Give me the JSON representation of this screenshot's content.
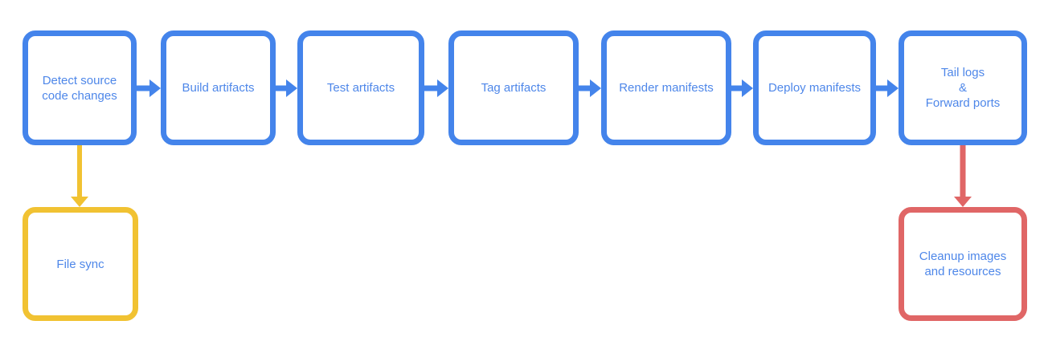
{
  "diagram": {
    "type": "flowchart-pipeline",
    "colors": {
      "blue": "#4484eb",
      "yellow": "#f1c232",
      "red": "#e06666",
      "text_blue": "#4e87e9",
      "background": "#ffffff"
    },
    "nodes": [
      {
        "id": "detect",
        "label": "Detect source\ncode changes",
        "border_color": "blue"
      },
      {
        "id": "build",
        "label": "Build artifacts",
        "border_color": "blue"
      },
      {
        "id": "test",
        "label": "Test artifacts",
        "border_color": "blue"
      },
      {
        "id": "tag",
        "label": "Tag artifacts",
        "border_color": "blue"
      },
      {
        "id": "render",
        "label": "Render manifests",
        "border_color": "blue"
      },
      {
        "id": "deploy",
        "label": "Deploy manifests",
        "border_color": "blue"
      },
      {
        "id": "tail",
        "label": "Tail logs\n&\nForward ports",
        "border_color": "blue"
      },
      {
        "id": "filesync",
        "label": "File sync",
        "border_color": "yellow"
      },
      {
        "id": "cleanup",
        "label": "Cleanup images\nand resources",
        "border_color": "red"
      }
    ],
    "edges": [
      {
        "from": "detect",
        "to": "build",
        "color": "blue",
        "direction": "right"
      },
      {
        "from": "build",
        "to": "test",
        "color": "blue",
        "direction": "right"
      },
      {
        "from": "test",
        "to": "tag",
        "color": "blue",
        "direction": "right"
      },
      {
        "from": "tag",
        "to": "render",
        "color": "blue",
        "direction": "right"
      },
      {
        "from": "render",
        "to": "deploy",
        "color": "blue",
        "direction": "right"
      },
      {
        "from": "deploy",
        "to": "tail",
        "color": "blue",
        "direction": "right"
      },
      {
        "from": "detect",
        "to": "filesync",
        "color": "yellow",
        "direction": "down"
      },
      {
        "from": "tail",
        "to": "cleanup",
        "color": "red",
        "direction": "down"
      }
    ]
  }
}
